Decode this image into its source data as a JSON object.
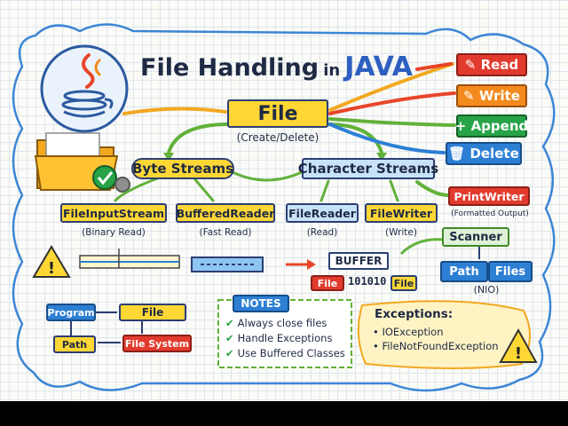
{
  "title": {
    "part1": "File Handling",
    "part2": "in",
    "part3": "JAVA"
  },
  "file_node": {
    "label": "File",
    "sub": "(Create/Delete)"
  },
  "operations": [
    {
      "label": "Read",
      "icon": "pencil-icon",
      "color": "#e23b2e"
    },
    {
      "label": "Write",
      "icon": "pencil-icon",
      "color": "#f28a1d"
    },
    {
      "label": "Append",
      "icon": "plus-icon",
      "color": "#27a348"
    },
    {
      "label": "Delete",
      "icon": "trash-icon",
      "color": "#2d7fd4"
    }
  ],
  "byte_streams": {
    "label": "Byte Streams"
  },
  "character_streams": {
    "label": "Character Streams"
  },
  "classes": [
    {
      "label": "FileInputStream",
      "sub": "(Binary Read)"
    },
    {
      "label": "BufferedReader",
      "sub": "(Fast Read)"
    },
    {
      "label": "FileReader",
      "sub": "(Read)"
    },
    {
      "label": "FileWriter",
      "sub": "(Write)"
    }
  ],
  "print_writer": {
    "label": "PrintWriter",
    "sub": "(Formatted Output)"
  },
  "buffer": {
    "label": "BUFFER",
    "file_left": "File",
    "bits": "101010",
    "file_right": "File"
  },
  "scanner": {
    "label": "Scanner"
  },
  "nio": {
    "path": "Path",
    "files": "Files",
    "sub": "(NIO)"
  },
  "flow": {
    "program": "Program",
    "file": "File",
    "path": "Path",
    "file_system": "File System"
  },
  "notes": {
    "title": "NOTES",
    "items": [
      "Always close files",
      "Handle Exceptions",
      "Use Buffered Classes"
    ]
  },
  "exceptions": {
    "title": "Exceptions:",
    "items": [
      "IOException",
      "FileNotFoundException"
    ]
  },
  "colors": {
    "yellow": "#ffd735",
    "light_blue": "#c8e3f7",
    "red": "#e23b2e",
    "orange": "#f28a1d",
    "green": "#27a348",
    "blue": "#2d7fd4",
    "navy": "#2c3e73"
  }
}
